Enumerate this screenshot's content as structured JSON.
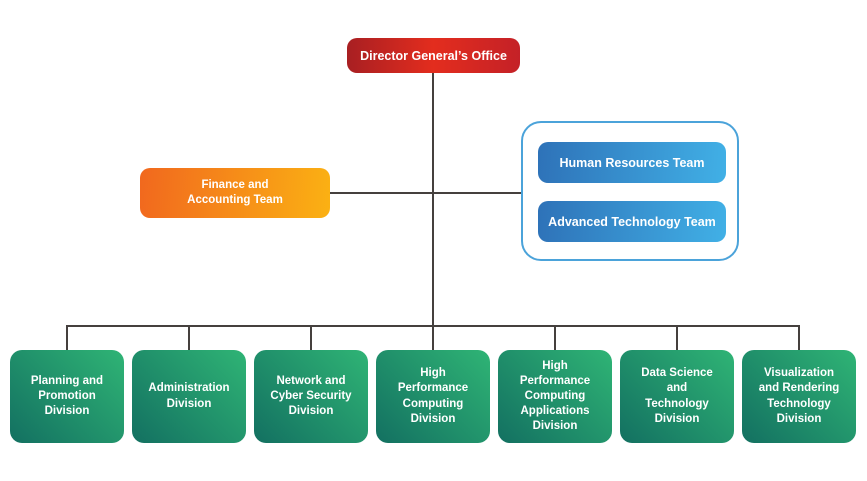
{
  "org": {
    "root": {
      "label": "Director General’s Office"
    },
    "finance": {
      "label": "Finance and Accounting Team"
    },
    "teams": [
      {
        "label": "Human Resources Team"
      },
      {
        "label": "Advanced Technology Team"
      }
    ],
    "divisions": [
      {
        "label": "Planning and Promotion Division"
      },
      {
        "label": "Administration Division"
      },
      {
        "label": "Network and Cyber Security Division"
      },
      {
        "label": "High Performance Computing Division"
      },
      {
        "label": "High Performance Computing Applications Division"
      },
      {
        "label": "Data Science and Technology Division"
      },
      {
        "label": "Visualization and Rendering Technology Division"
      }
    ],
    "colors": {
      "root_dark": "#a81f22",
      "root_bright": "#e32d1e",
      "finance_left": "#f1681e",
      "finance_right": "#fbb113",
      "team_left": "#2e72b8",
      "team_right": "#41b0e6",
      "teams_border": "#4ba3da",
      "division_dark": "#137061",
      "division_bright": "#2fb475",
      "connector": "#45403e",
      "background": "#ffffff"
    }
  }
}
